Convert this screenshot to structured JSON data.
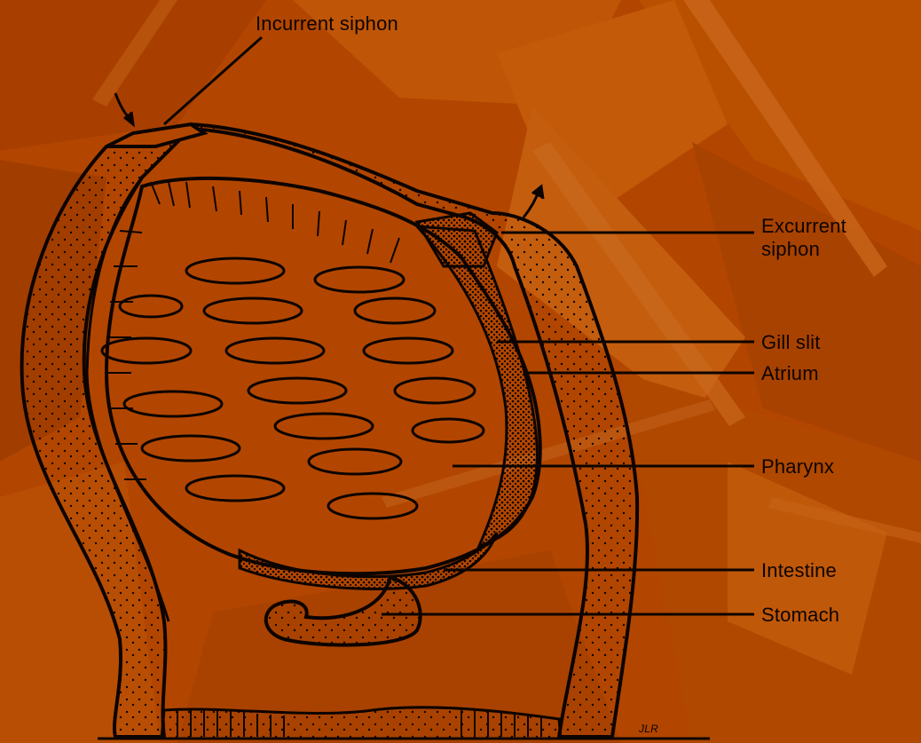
{
  "colors": {
    "background": "#b34700",
    "background_light": "#c85a0c",
    "background_dark": "#9c3c00",
    "ink": "#0d0400"
  },
  "labels": {
    "incurrent_siphon": "Incurrent siphon",
    "excurrent_siphon": "Excurrent\nsiphon",
    "gill_slit": "Gill slit",
    "atrium": "Atrium",
    "pharynx": "Pharynx",
    "intestine": "Intestine",
    "stomach": "Stomach",
    "artist_signature": "JLR"
  }
}
